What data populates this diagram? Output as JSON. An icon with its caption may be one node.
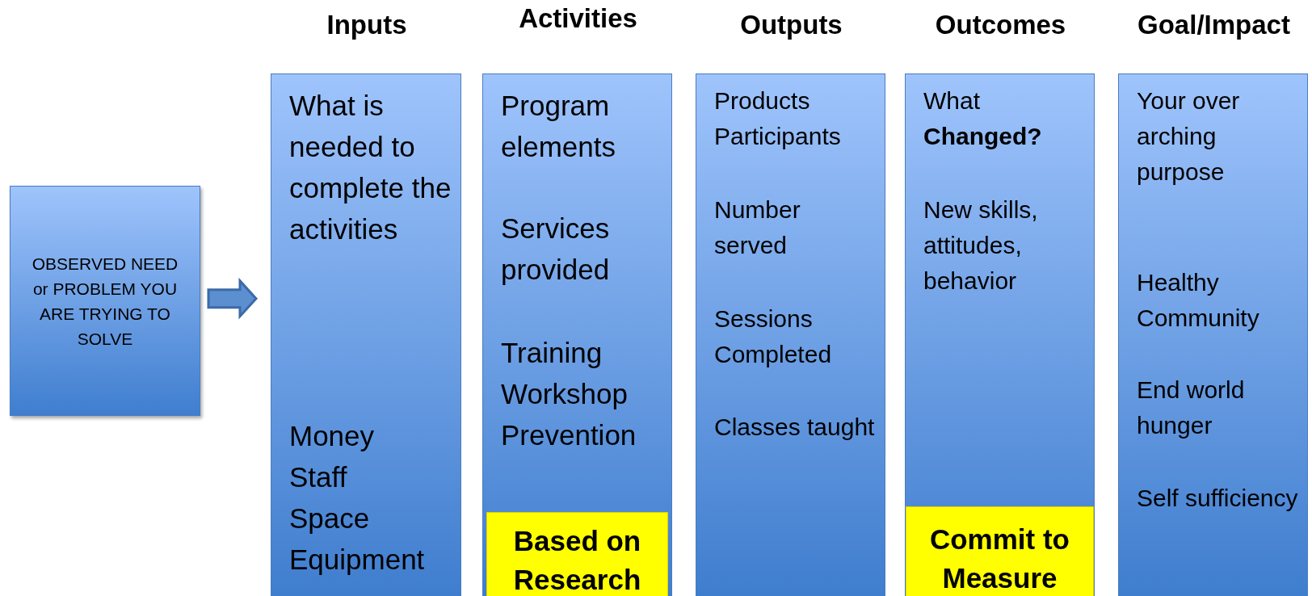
{
  "diagram": {
    "nodes": [
      {
        "text": [
          "OBSERVED NEED or PROBLEM YOU ARE TRYING TO SOLVE"
        ]
      },
      {
        "text": [
          "Inputs",
          "What is needed to complete the activities",
          "Money",
          "Staff",
          "Space",
          "Equipment"
        ]
      },
      {
        "text": [
          "Activities",
          "Program elements",
          "Services provided",
          "Training",
          "Workshop",
          "Prevention"
        ]
      },
      {
        "text": [
          "Based on Research"
        ],
        "in": 2
      },
      {
        "text": [
          "Outputs",
          "Products",
          "Participants",
          "Number served",
          "Sessions Completed",
          "Classes taught"
        ]
      },
      {
        "text": [
          "Outcomes",
          "What **Changed?**",
          "New skills, attitudes, behavior"
        ]
      },
      {
        "text": [
          "Commit to Measure"
        ],
        "in": 5
      },
      {
        "text": [
          "Goal/Impact",
          "Your over arching purpose",
          "Healthy Community",
          "End world hunger",
          "Self sufficiency"
        ]
      }
    ],
    "edges": [
      {
        "from": 0,
        "to": 1,
        "arrow": "to",
        "style": "thick"
      }
    ]
  }
}
